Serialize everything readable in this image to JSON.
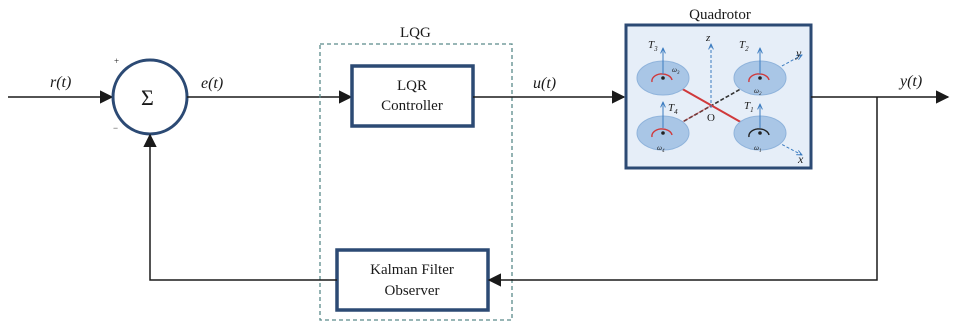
{
  "signals": {
    "reference": "r(t)",
    "error": "e(t)",
    "control": "u(t)",
    "output": "y(t)"
  },
  "summing_junction": {
    "symbol": "Σ",
    "plus_sign": "+",
    "minus_sign": "−"
  },
  "lqg_group": {
    "title": "LQG"
  },
  "lqr_block": {
    "line1": "LQR",
    "line2": "Controller"
  },
  "kalman_block": {
    "line1": "Kalman Filter",
    "line2": "Observer"
  },
  "quadrotor": {
    "title": "Quadrotor",
    "thrust_labels": [
      "T",
      "T",
      "T",
      "T"
    ],
    "thrust_subscripts": [
      "3",
      "2",
      "4",
      "1"
    ],
    "omega_subscripts": [
      "3",
      "2",
      "4",
      "1"
    ],
    "omega_symbol": "ω",
    "axis_z": "z",
    "axis_y": "y",
    "axis_x": "x",
    "origin": "O"
  },
  "colors": {
    "block_border": "#2c4a74",
    "lqg_dash": "#5a8a8a",
    "rotor_fill": "#a9c6e6",
    "quad_bg": "#e6eef8",
    "accent_red": "#d0393b",
    "axis_blue": "#3c7cc0"
  }
}
